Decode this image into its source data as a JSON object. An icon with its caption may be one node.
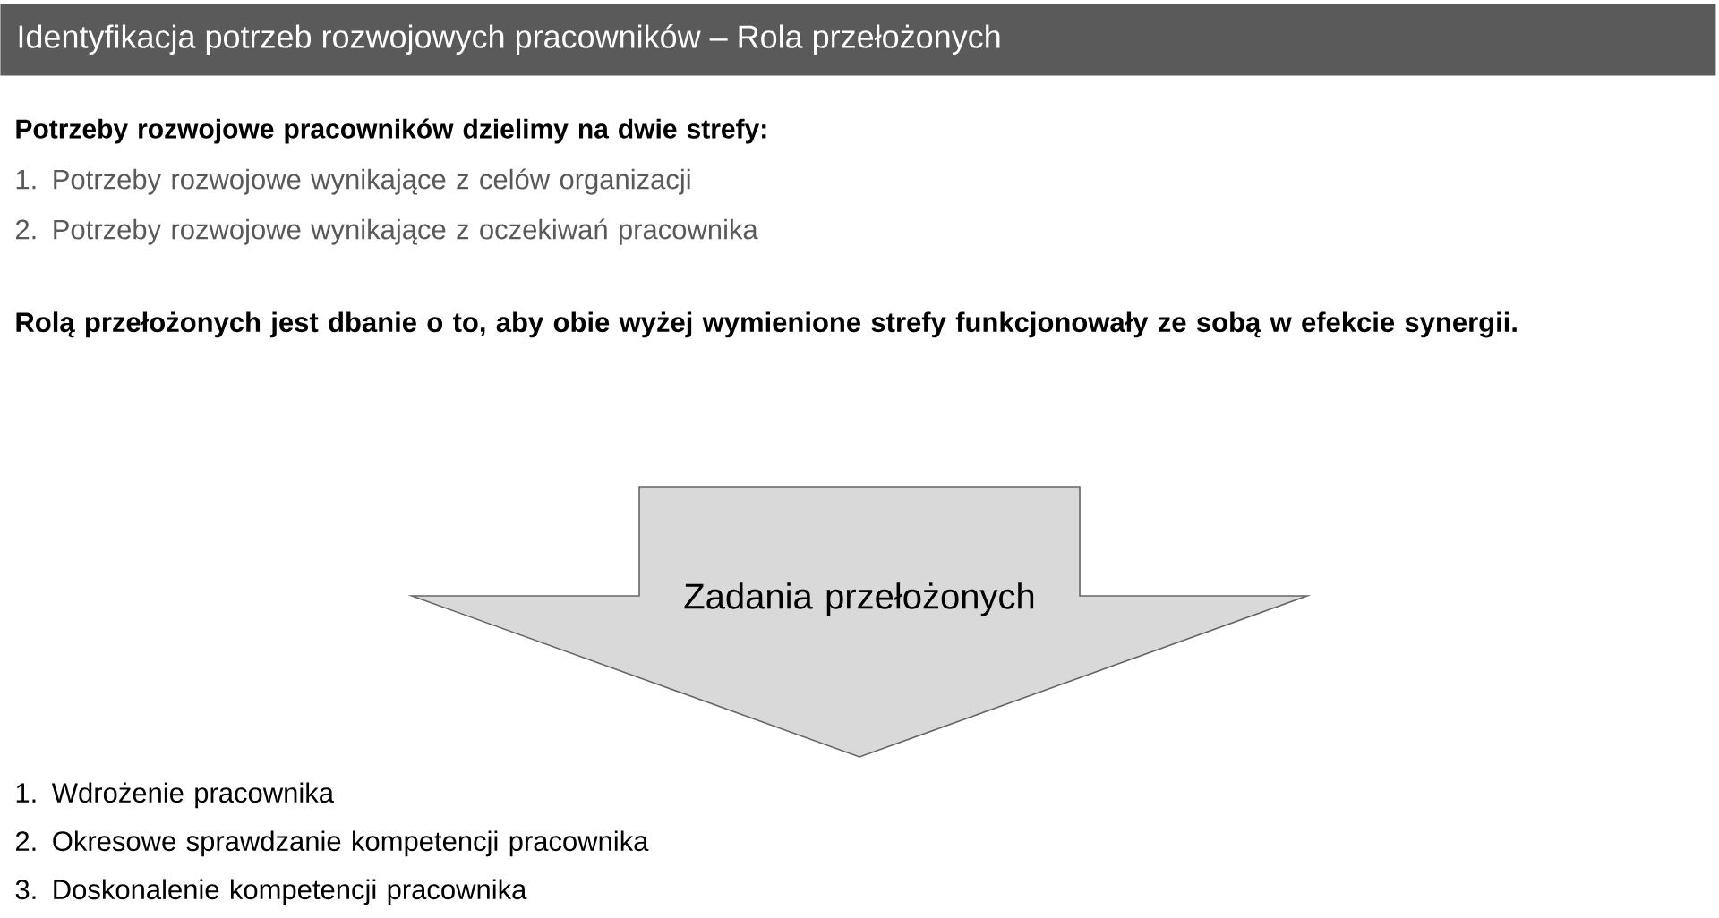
{
  "diagram": {
    "title": "Identyfikacja potrzeb rozwojowych pracowników – Rola przełożonych",
    "nodes": [
      {
        "text": [
          "Zadania przełożonych"
        ]
      }
    ],
    "edges": [],
    "labels": [
      "Potrzeby rozwojowe pracowników dzielimy na dwie strefy:",
      "1. Potrzeby rozwojowe wynikające z celów organizacji",
      "2. Potrzeby rozwojowe wynikające z oczekiwań pracownika",
      "Rolą przełożonych jest dbanie o to, aby obie wyżej wymienione strefy funkcjonowały ze sobą w efekcie synergii.",
      "1. Wdrożenie pracownika",
      "2. Okresowe sprawdzanie kompetencji pracownika",
      "3. Doskonalenie kompetencji pracownika"
    ]
  }
}
